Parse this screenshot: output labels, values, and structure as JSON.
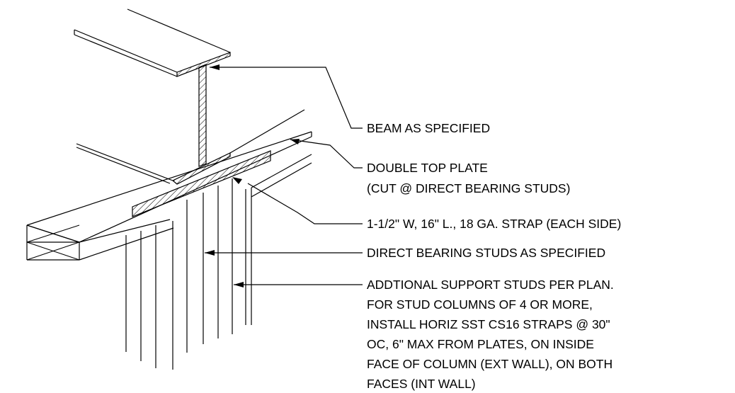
{
  "callouts": [
    {
      "id": "beam",
      "lines": [
        "BEAM AS SPECIFIED"
      ]
    },
    {
      "id": "top-plate",
      "lines": [
        "DOUBLE TOP PLATE",
        "(CUT @ DIRECT BEARING STUDS)"
      ]
    },
    {
      "id": "strap",
      "lines": [
        "1-1/2\" W, 16\" L., 18 GA. STRAP (EACH SIDE)"
      ]
    },
    {
      "id": "direct-studs",
      "lines": [
        "DIRECT BEARING STUDS AS SPECIFIED"
      ]
    },
    {
      "id": "additional-studs",
      "lines": [
        "ADDTIONAL SUPPORT STUDS PER PLAN.",
        "FOR STUD COLUMNS OF 4 OR MORE,",
        "INSTALL HORIZ SST CS16 STRAPS @ 30\"",
        "OC, 6\" MAX FROM PLATES, ON INSIDE",
        "FACE OF COLUMN (EXT WALL), ON BOTH",
        "FACES (INT WALL)"
      ]
    }
  ],
  "colors": {
    "line": "#000000",
    "background": "#ffffff"
  }
}
